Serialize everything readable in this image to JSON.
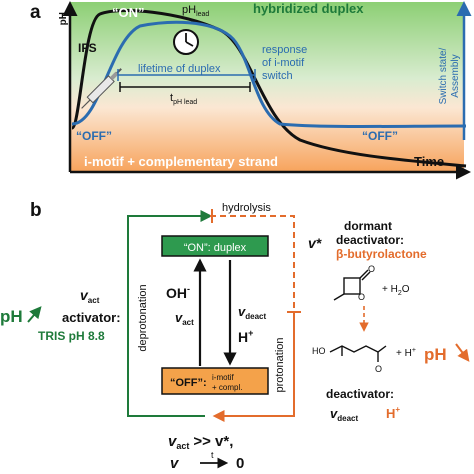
{
  "panel_a": {
    "label": "a",
    "ph_axis": "pH",
    "on_label": "“ON”",
    "ph_lead": "pH",
    "ph_lead_sub": "lead",
    "hybridized": "hybridized duplex",
    "ifs": "IFS",
    "lifetime": "lifetime of duplex",
    "t_lead": "t",
    "t_lead_sub": "pH lead",
    "response": [
      "response",
      "of i-motif",
      "switch"
    ],
    "switch_axis": [
      "Switch state/",
      "Assembly"
    ],
    "off_left": "“OFF”",
    "off_right": "“OFF”",
    "imotif": "i-motif + complementary strand",
    "time": "Time"
  },
  "panel_b": {
    "label": "b",
    "hydrolysis": "hydrolysis",
    "v_star": "v*",
    "dormant": [
      "dormant",
      "deactivator:"
    ],
    "butyrolactone": "β-butyrolactone",
    "on_box": "“ON”: duplex",
    "off_box": "“OFF”:",
    "off_box_detail": [
      "i-motif",
      "+ compl."
    ],
    "oh": "OH",
    "oh_sup": "-",
    "h_plus": "H",
    "h_plus_sup": "+",
    "v_act": "v",
    "v_act_sub": "act",
    "v_deact": "v",
    "v_deact_sub": "deact",
    "deprotonation": "deprotonation",
    "protonation": "protonation",
    "ph_up": "pH",
    "activator": "activator:",
    "tris": "TRIS pH 8.8",
    "h2o": "+ H",
    "h2o_sub": "2",
    "h2o_tail": "O",
    "ph_down": "pH",
    "ho": "HO",
    "carbonyl_o": "O",
    "ring_o": "O",
    "carboxylate_o": "O",
    "plus_h": "+ H",
    "plus_h_sup": "+",
    "deactivator": "deactivator:",
    "deact_h": "H",
    "deact_h_sup": "+",
    "bottom_rel": ">> v*,",
    "bottom_v": "v",
    "bottom_t": "t",
    "bottom_arrow_value": "0"
  },
  "colors": {
    "green_text": "#1e7a3a",
    "orange_text": "#e36c2c",
    "blue_text": "#2b6cb0",
    "on_box_fill": "#2e9a4f",
    "off_box_fill": "#f4a24a",
    "panel_green": "#8ccf74",
    "panel_orange": "#f7a35c"
  }
}
